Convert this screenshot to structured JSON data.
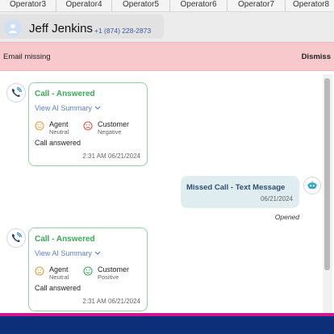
{
  "tabs": [
    "Operator3",
    "Operator4",
    "Operator5",
    "Operator6",
    "Operator7",
    "Operator8"
  ],
  "contact": {
    "name": "Jeff Jenkins",
    "phone": "+1 (874) 228-2873"
  },
  "alert": {
    "message": "Email missing",
    "dismiss_label": "Dismiss"
  },
  "messages": [
    {
      "title": "Call - Answered",
      "summary_link": "View AI Summary",
      "agent_label": "Agent",
      "agent_sentiment": "Neutral",
      "customer_label": "Customer",
      "customer_sentiment": "Negative",
      "status": "Call answered",
      "time": "2:31 AM 06/21/2024"
    },
    {
      "title": "Missed Call - Text Message",
      "time": "06/21/2024",
      "status": "Opened"
    },
    {
      "title": "Call - Answered",
      "summary_link": "View AI Summary",
      "agent_label": "Agent",
      "agent_sentiment": "Neutral",
      "customer_label": "Customer",
      "customer_sentiment": "Positive",
      "status": "Call answered",
      "time": "2:31 AM 06/21/2024"
    }
  ],
  "colors": {
    "alert_bg": "#f7c9cc",
    "answered_green": "#3aa957",
    "link_blue": "#5a7fc8",
    "missed_bg": "#dfedf0",
    "accent_magenta": "#d1168f",
    "footer_navy": "#0d2f7a",
    "neutral_face": "#e39a3a",
    "negative_face": "#d9534f",
    "positive_face": "#3aa957"
  },
  "icons": {
    "contact": "user-icon",
    "call": "phone-call-icon",
    "bot": "bot-icon",
    "expand": "chevron-down-icon",
    "neutral": "neutral-face-icon",
    "negative": "sad-face-icon",
    "positive": "smile-face-icon"
  }
}
